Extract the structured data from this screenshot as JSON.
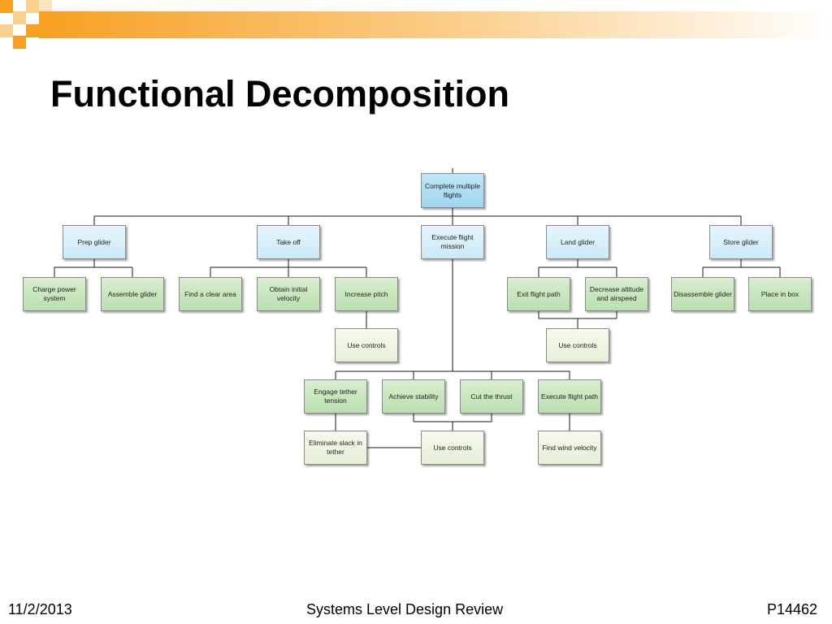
{
  "slide": {
    "title": "Functional Decomposition",
    "footer": {
      "date": "11/2/2013",
      "center": "Systems Level Design Review",
      "code": "P14462"
    }
  },
  "colors": {
    "banner": "#f7a021",
    "root": "#a8daf2",
    "level1": "#d4eefa",
    "level2": "#c2e4b8",
    "level3": "#eaf3df"
  },
  "diagram": {
    "root": "Complete multiple flights",
    "prep": "Prep glider",
    "takeoff": "Take off",
    "mission": "Execute flight mission",
    "land": "Land glider",
    "store": "Store glider",
    "charge": "Charge power system",
    "assemble": "Assemble glider",
    "find_area": "Find a clear area",
    "obtain_velocity": "Obtain initial velocity",
    "increase_pitch": "Increase pitch",
    "use_controls_pitch": "Use controls",
    "exit_path": "Exit flight path",
    "decrease_alt": "Decrease altitude and airspeed",
    "use_controls_land": "Use controls",
    "disassemble": "Disassemble glider",
    "place_box": "Place in box",
    "engage_tether": "Engage tether tension",
    "stability": "Achieve stability",
    "cut_thrust": "Cut the thrust",
    "exec_path": "Execute flight path",
    "slack": "Eliminate slack in tether",
    "use_controls_mission": "Use controls",
    "wind": "Find wind velocity"
  }
}
